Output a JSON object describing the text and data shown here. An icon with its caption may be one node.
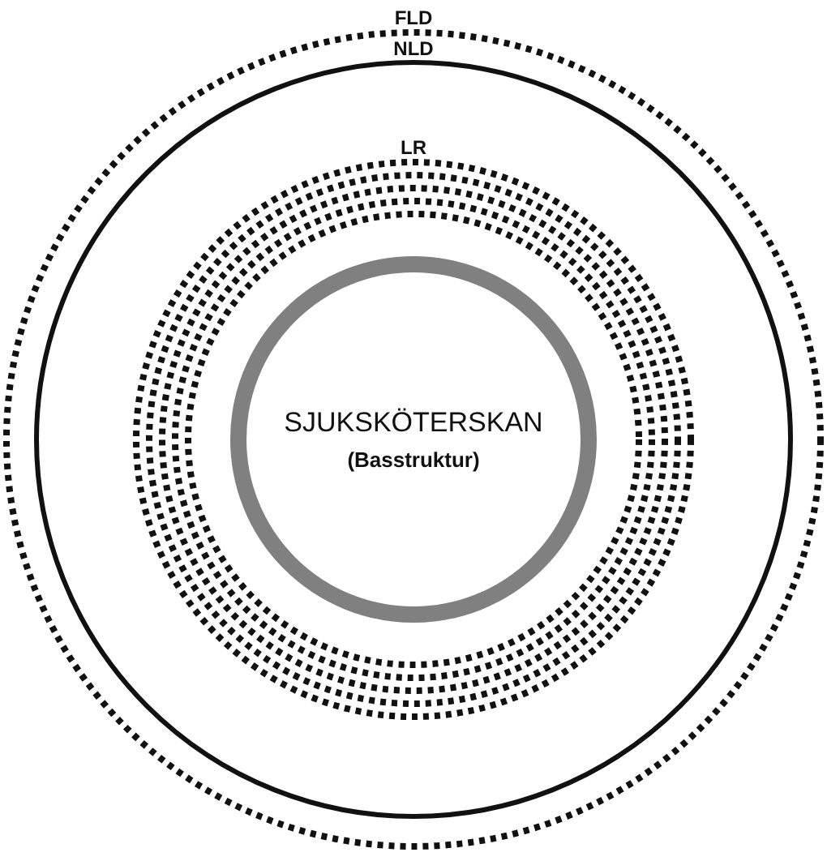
{
  "diagram": {
    "nodes": [
      {
        "text": [
          "FLD"
        ]
      },
      {
        "text": [
          "NLD"
        ],
        "in": 0
      },
      {
        "text": [
          "LR"
        ],
        "in": 1
      },
      {
        "text": [],
        "shape": "circle",
        "in": 2
      },
      {
        "text": [],
        "shape": "circle",
        "in": 3
      },
      {
        "text": [],
        "shape": "circle",
        "in": 4
      },
      {
        "text": [],
        "shape": "circle",
        "in": 5
      },
      {
        "text": [
          "SJUKSKÖTERSKAN",
          "(Basstruktur)"
        ],
        "in": 6
      }
    ]
  }
}
